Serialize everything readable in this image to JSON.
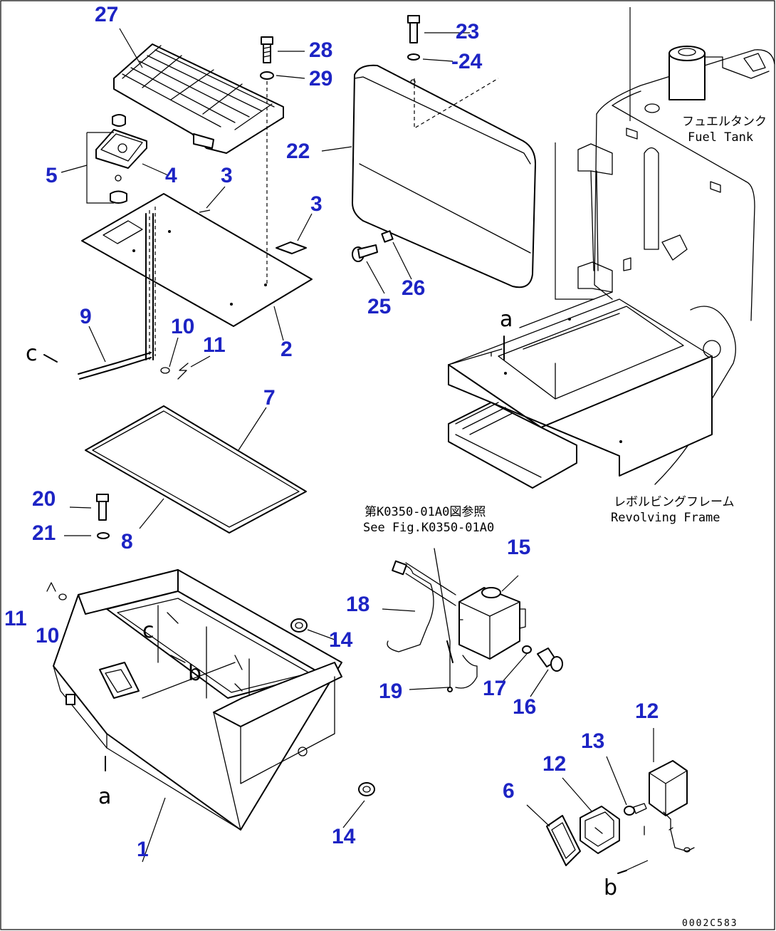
{
  "parts": {
    "p1": "1",
    "p2": "2",
    "p3a": "3",
    "p3b": "3",
    "p4": "4",
    "p5": "5",
    "p6": "6",
    "p7": "7",
    "p8": "8",
    "p9": "9",
    "p10a": "10",
    "p10b": "10",
    "p11a": "11",
    "p11b": "11",
    "p12a": "12",
    "p12b": "12",
    "p13": "13",
    "p14a": "14",
    "p14b": "14",
    "p15": "15",
    "p16": "16",
    "p17": "17",
    "p18": "18",
    "p19": "19",
    "p20": "20",
    "p21": "21",
    "p22": "22",
    "p23": "23",
    "p24": "-24",
    "p25": "25",
    "p26": "26",
    "p27": "27",
    "p28": "28",
    "p29": "29"
  },
  "notes": {
    "fuel_tank_jp": "フュエルタンク",
    "fuel_tank_en": "Fuel Tank",
    "revolving_frame_jp": "レボルビングフレーム",
    "revolving_frame_en": "Revolving Frame",
    "see_fig_jp": "第K0350-01A0図参照",
    "see_fig_en": "See Fig.K0350-01A0"
  },
  "refs": {
    "a_top": "a",
    "a_bottom": "a",
    "b_box": "b",
    "b_lamp": "b",
    "c_harness": "c",
    "c_box": "c"
  },
  "figure_code": "0002C583",
  "colors": {
    "callout": "#1d24c4",
    "line": "#000000"
  }
}
